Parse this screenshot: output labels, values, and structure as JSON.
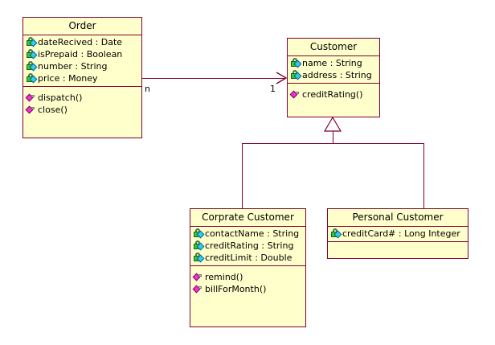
{
  "diagram": {
    "type": "uml-class-diagram",
    "background": "#ffffff",
    "box_fill": "#ffffcc",
    "border_color": "#800033",
    "attribute_icon": "padlock-diamond-icon",
    "operation_icon": "magenta-diamond-icon"
  },
  "classes": {
    "order": {
      "name": "Order",
      "attributes": [
        {
          "text": "dateRecived : Date",
          "icon": "attribute-icon"
        },
        {
          "text": "isPrepaid : Boolean",
          "icon": "attribute-icon"
        },
        {
          "text": "number : String",
          "icon": "attribute-icon"
        },
        {
          "text": "price : Money",
          "icon": "attribute-icon"
        }
      ],
      "operations": [
        {
          "text": "dispatch()",
          "icon": "operation-icon"
        },
        {
          "text": "close()",
          "icon": "operation-icon"
        }
      ]
    },
    "customer": {
      "name": "Customer",
      "attributes": [
        {
          "text": "name : String",
          "icon": "attribute-icon"
        },
        {
          "text": "address : String",
          "icon": "attribute-icon"
        }
      ],
      "operations": [
        {
          "text": "creditRating()",
          "icon": "operation-icon"
        }
      ]
    },
    "corprate_customer": {
      "name": "Corprate Customer",
      "attributes": [
        {
          "text": "contactName : String",
          "icon": "attribute-icon"
        },
        {
          "text": "creditRating : String",
          "icon": "attribute-icon"
        },
        {
          "text": "creditLimit : Double",
          "icon": "attribute-icon"
        }
      ],
      "operations": [
        {
          "text": "remind()",
          "icon": "operation-icon"
        },
        {
          "text": "billForMonth()",
          "icon": "operation-icon"
        }
      ]
    },
    "personal_customer": {
      "name": "Personal Customer",
      "attributes": [
        {
          "text": "creditCard# : Long Integer",
          "icon": "attribute-icon"
        }
      ],
      "operations": []
    }
  },
  "relationships": {
    "association": {
      "from": "Order",
      "to": "Customer",
      "source_multiplicity": "n",
      "target_multiplicity": "1",
      "arrow": "open-arrow"
    },
    "generalizations": [
      {
        "parent": "Customer",
        "child": "Corprate Customer",
        "arrow": "hollow-triangle"
      },
      {
        "parent": "Customer",
        "child": "Personal Customer",
        "arrow": "hollow-triangle"
      }
    ]
  }
}
